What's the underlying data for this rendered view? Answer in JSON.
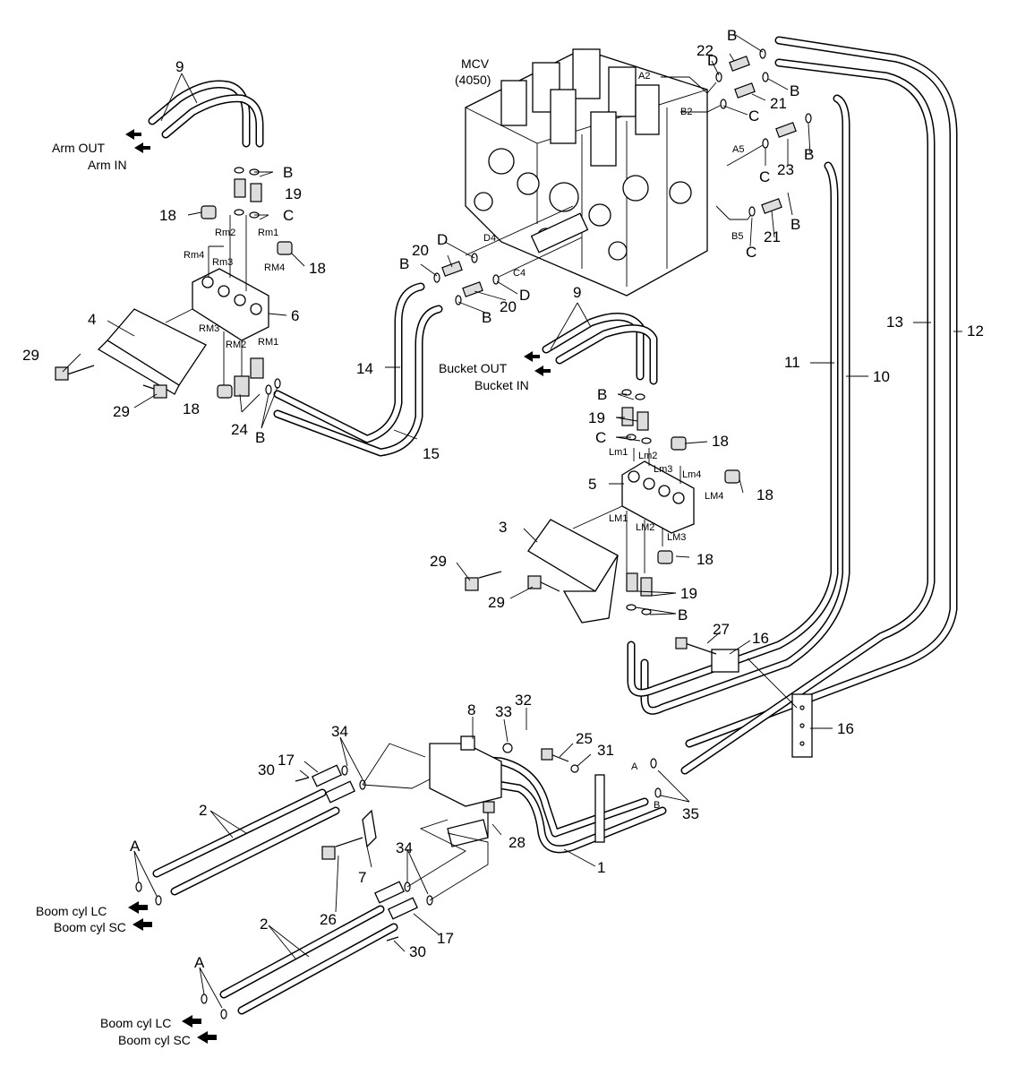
{
  "valve": {
    "name": "MCV",
    "code": "(4050)"
  },
  "flow_labels": {
    "arm_out": "Arm OUT",
    "arm_in": "Arm IN",
    "bucket_out": "Bucket OUT",
    "bucket_in": "Bucket IN",
    "boom_lc_1": "Boom cyl LC",
    "boom_sc_1": "Boom cyl SC",
    "boom_lc_2": "Boom cyl LC",
    "boom_sc_2": "Boom cyl SC"
  },
  "ports": {
    "a2": "A2",
    "b2": "B2",
    "a5": "A5",
    "b5": "B5",
    "d4": "D4",
    "c4": "C4",
    "rm1": "Rm1",
    "rm2": "Rm2",
    "rm3": "Rm3",
    "rm4": "Rm4",
    "RM1": "RM1",
    "RM2": "RM2",
    "RM3": "RM3",
    "RM4": "RM4",
    "lm1": "Lm1",
    "lm2": "Lm2",
    "lm3": "Lm3",
    "lm4": "Lm4",
    "LM1": "LM1",
    "LM2": "LM2",
    "LM3": "LM3",
    "LM4": "LM4",
    "pa": "A",
    "pb": "B"
  },
  "seal_letters": {
    "b_top1": "B",
    "d_top": "D",
    "b_top2": "B",
    "c_top1": "C",
    "c_top2": "C",
    "b_top3": "B",
    "c_top3": "C",
    "b_top4": "B",
    "b_arm": "B",
    "c_arm": "C",
    "d_mid1": "D",
    "b_mid1": "B",
    "d_mid2": "D",
    "b_mid2": "B",
    "b_left": "B",
    "b_bkt": "B",
    "c_bkt": "C",
    "b_lower": "B",
    "a_boom1": "A",
    "a_boom2": "A"
  },
  "callouts": {
    "c1": "1",
    "c2a": "2",
    "c2b": "2",
    "c3": "3",
    "c4": "4",
    "c5": "5",
    "c6": "6",
    "c7": "7",
    "c8": "8",
    "c9a": "9",
    "c9b": "9",
    "c10": "10",
    "c11": "11",
    "c12": "12",
    "c13": "13",
    "c14": "14",
    "c15": "15",
    "c16a": "16",
    "c16b": "16",
    "c17a": "17",
    "c17b": "17",
    "c18a": "18",
    "c18b": "18",
    "c18c": "18",
    "c18d": "18",
    "c18e": "18",
    "c18f": "18",
    "c19a": "19",
    "c19b": "19",
    "c19c": "19",
    "c20a": "20",
    "c20b": "20",
    "c21a": "21",
    "c21b": "21",
    "c22": "22",
    "c23": "23",
    "c24": "24",
    "c25": "25",
    "c26": "26",
    "c27": "27",
    "c28": "28",
    "c29a": "29",
    "c29b": "29",
    "c29c": "29",
    "c29d": "29",
    "c30a": "30",
    "c30b": "30",
    "c31": "31",
    "c32": "32",
    "c33": "33",
    "c34a": "34",
    "c34b": "34",
    "c35": "35"
  }
}
